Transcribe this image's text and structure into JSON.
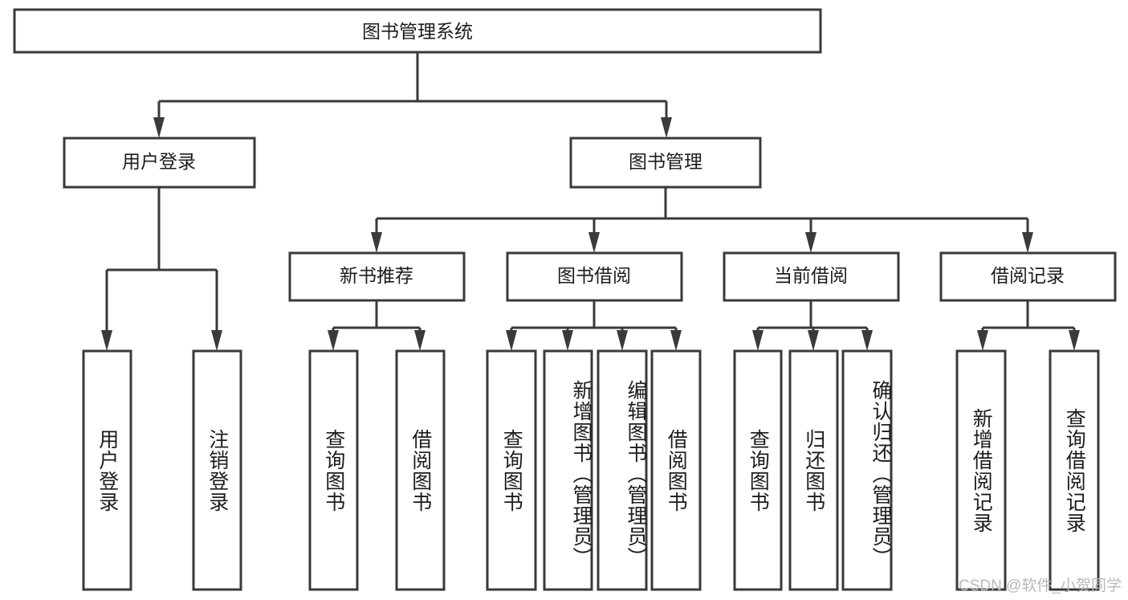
{
  "diagram": {
    "type": "tree",
    "title": "图书管理系统",
    "orientation": "top-down",
    "colors": {
      "box_stroke": "#3a3a3a",
      "box_fill": "#ffffff",
      "line": "#3a3a3a",
      "text": "#1c1c1c",
      "watermark": "#b9b9b9",
      "background": "#ffffff"
    },
    "root": {
      "label": "图书管理系统"
    },
    "level1": [
      {
        "label": "用户登录"
      },
      {
        "label": "图书管理"
      }
    ],
    "level2": [
      {
        "label": "新书推荐"
      },
      {
        "label": "图书借阅"
      },
      {
        "label": "当前借阅"
      },
      {
        "label": "借阅记录"
      }
    ],
    "leaves_user_login": [
      {
        "label": "用户登录"
      },
      {
        "label": "注销登录"
      }
    ],
    "leaves_new_book": [
      {
        "label": "查询图书"
      },
      {
        "label": "借阅图书"
      }
    ],
    "leaves_borrow": [
      {
        "label": "查询图书"
      },
      {
        "label": "新增图书（管理员）"
      },
      {
        "label": "编辑图书（管理员）"
      },
      {
        "label": "借阅图书"
      }
    ],
    "leaves_current": [
      {
        "label": "查询图书"
      },
      {
        "label": "归还图书"
      },
      {
        "label": "确认归还（管理员）"
      }
    ],
    "leaves_record": [
      {
        "label": "新增借阅记录"
      },
      {
        "label": "查询借阅记录"
      }
    ]
  },
  "watermark": {
    "text": "CSDN @软件_小贺同学"
  }
}
